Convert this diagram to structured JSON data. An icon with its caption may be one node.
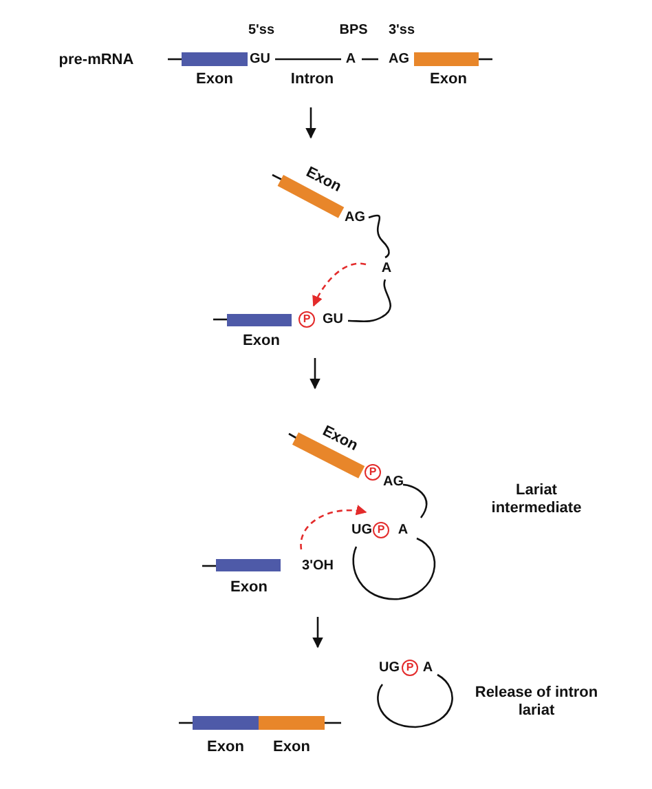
{
  "diagram": {
    "nodes": [
      {
        "text": [
          "A"
        ]
      },
      {
        "text": [
          "P"
        ],
        "beside": [
          "GU"
        ]
      },
      {
        "text": [
          "P"
        ]
      },
      {
        "text": [
          "3'OH"
        ]
      },
      {
        "text": [
          "UG"
        ]
      },
      {
        "text": [
          "P"
        ]
      },
      {
        "text": [
          "P"
        ]
      }
    ],
    "edges": [
      {
        "from": 0,
        "to": 1,
        "arrow": "to",
        "style": "dashed",
        "color": "#e32b2b"
      },
      {
        "from": 3,
        "to": 4,
        "arrow": "to",
        "style": "dashed",
        "color": "#e32b2b"
      }
    ],
    "labels": [
      "5'ss",
      "BPS",
      "3'ss",
      "pre-mRNA",
      "GU",
      "A",
      "AG",
      "Exon",
      "Intron",
      "Exon",
      "Exon",
      "AG",
      "Exon",
      "Exon",
      "AG",
      "Lariat intermediate",
      "A",
      "Exon",
      "UG",
      "A",
      "Release of intron lariat",
      "Exon",
      "Exon"
    ]
  }
}
